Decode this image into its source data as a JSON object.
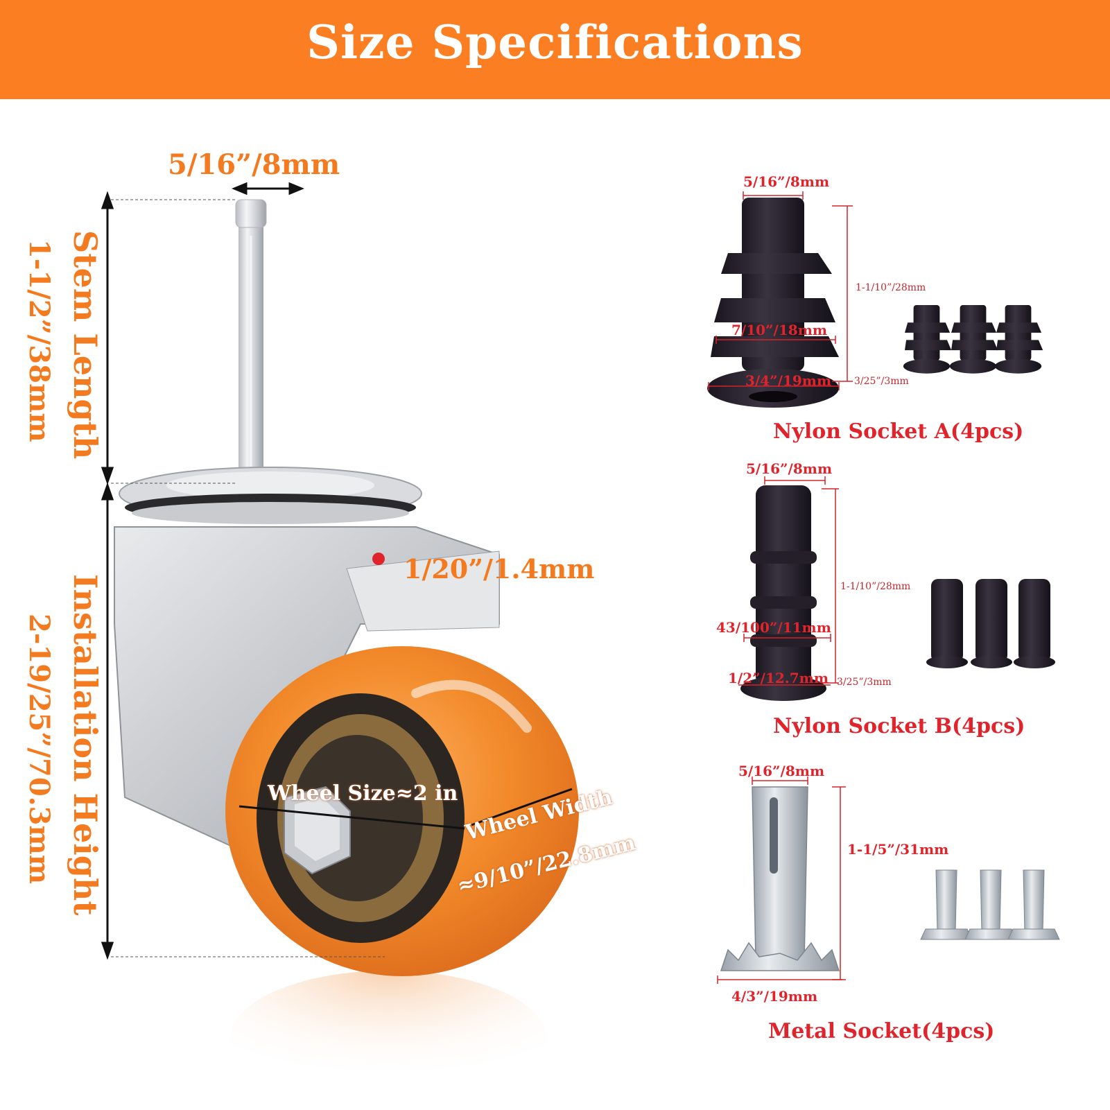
{
  "title": "Size Specifications",
  "colors": {
    "banner": "#fb7f22",
    "accent": "#f47a1f",
    "label_red": "#e0242c",
    "wheel": "#f28a2a"
  },
  "caster": {
    "stem_diameter": "5/16”/8mm",
    "stem_length_title": "Stem Length",
    "stem_length_value": "1-1/2”/38mm",
    "install_height_title": "Installation Height",
    "install_height_value": "2-19/25”/70.3mm",
    "plate_thickness": "1/20”/1.4mm",
    "wheel_size": "Wheel Size≈2 in",
    "wheel_width_title": "Wheel Width",
    "wheel_width_value": "≈9/10”/22.8mm"
  },
  "socket_a": {
    "name": "Nylon Socket A(4pcs)",
    "top_diameter": "5/16”/8mm",
    "length": "1-1/10”/28mm",
    "fin_diameter": "7/10”/18mm",
    "base_diameter": "3/4”/19mm",
    "base_thickness": "3/25”/3mm"
  },
  "socket_b": {
    "name": "Nylon Socket B(4pcs)",
    "top_diameter": "5/16”/8mm",
    "length": "1-1/10”/28mm",
    "body_diameter": "43/100”/11mm",
    "base_diameter": "1/2”/12.7mm",
    "base_thickness": "3/25”/3mm"
  },
  "metal_socket": {
    "name": "Metal Socket(4pcs)",
    "top_diameter": "5/16”/8mm",
    "length": "1-1/5”/31mm",
    "base_diameter": "4/3”/19mm"
  }
}
